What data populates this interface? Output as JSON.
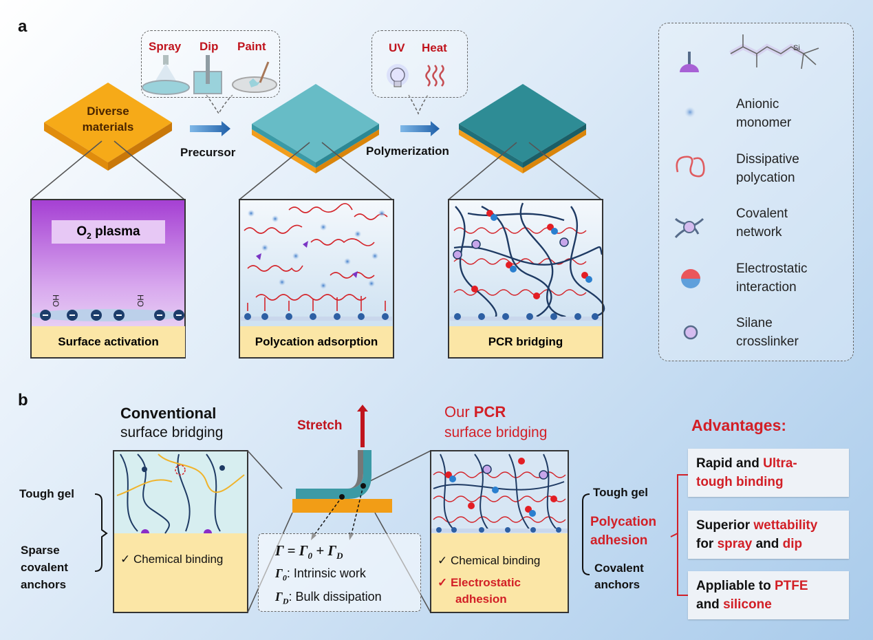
{
  "panel_a": {
    "letter": "a",
    "methods": [
      "Spray",
      "Dip",
      "Paint"
    ],
    "triggers": [
      "UV",
      "Heat"
    ],
    "diverse_line1": "Diverse",
    "diverse_line2": "materials",
    "arrow1": "Precursor",
    "arrow2": "Polymerization",
    "plasma_o": "O",
    "plasma_sub": "2",
    "plasma_rest": " plasma",
    "ho_label": "HO",
    "stage_labels": [
      "Surface activation",
      "Polycation adsorption",
      "PCR bridging"
    ]
  },
  "legend": {
    "items": [
      {
        "line1": "Anionic",
        "line2": "monomer"
      },
      {
        "line1": "Dissipative",
        "line2": "polycation"
      },
      {
        "line1": "Covalent",
        "line2": "network"
      },
      {
        "line1": "Electrostatic",
        "line2": "interaction"
      },
      {
        "line1": "Silane",
        "line2": "crosslinker"
      }
    ],
    "si": "Si"
  },
  "panel_b": {
    "letter": "b",
    "conv_title": "Conventional",
    "conv_sub": "surface bridging",
    "left_tough": "Tough gel",
    "left_sparse": [
      "Sparse",
      "covalent",
      "anchors"
    ],
    "conv_check": "Chemical binding",
    "stretch": "Stretch",
    "eq_gamma": "Γ = Γ",
    "eq_sub0": "0",
    "eq_plus": " + Γ",
    "eq_subD": "D",
    "intrinsic": ": Intrinsic work",
    "bulk": ": Bulk dissipation",
    "our": "Our ",
    "pcr": "PCR",
    "our_sub": "surface bridging",
    "our_check1": "Chemical binding",
    "our_check2a": "Electrostatic",
    "our_check2b": "adhesion",
    "right_tough": "Tough gel",
    "right_poly": [
      "Polycation",
      "adhesion"
    ],
    "right_cov": [
      "Covalent",
      "anchors"
    ],
    "adv_title": "Advantages:",
    "adv": [
      {
        "a": "Rapid and ",
        "b": "Ultra-",
        "c": "tough binding"
      },
      {
        "a": "Superior ",
        "b": "wettability",
        "c": "for ",
        "d": "spray",
        "e": " and ",
        "f": "dip"
      },
      {
        "a": "Appliable to ",
        "b": "PTFE",
        "c": "and ",
        "d": "silicone"
      }
    ]
  },
  "colors": {
    "red": "#c0141d",
    "orange": "#f5a11a",
    "teal": "#3c9aa5",
    "navy": "#1e3a63"
  }
}
